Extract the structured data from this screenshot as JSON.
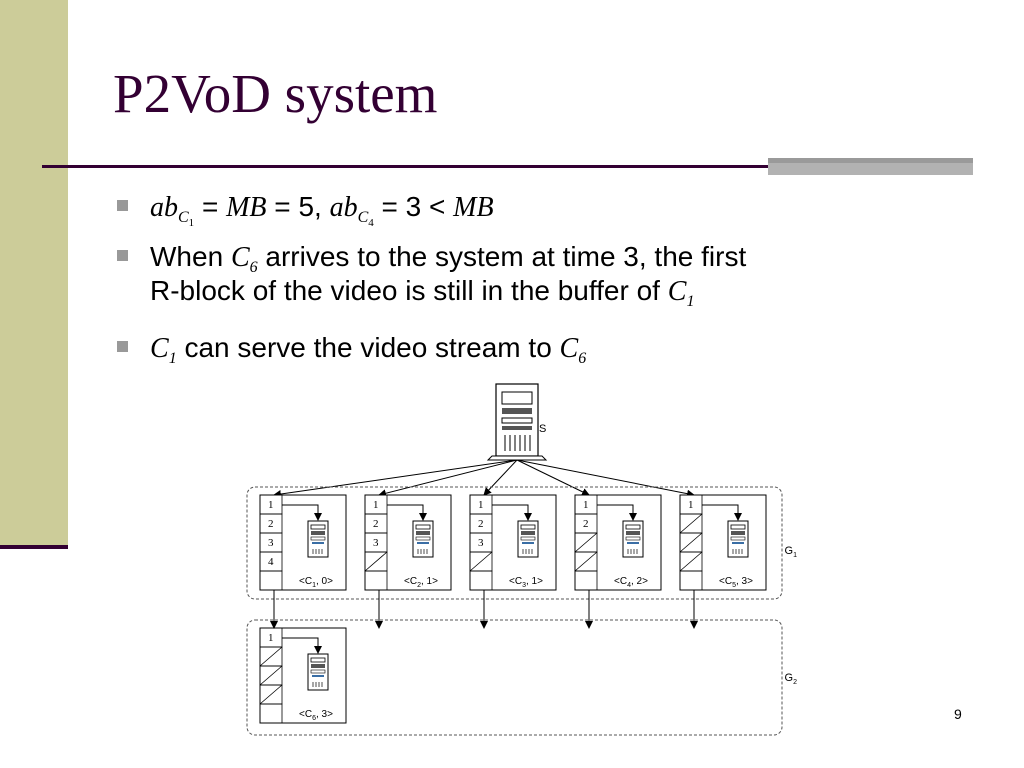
{
  "slide": {
    "title": "P2VoD system",
    "page_number": "9"
  },
  "bullets": {
    "b1": {
      "var1": "ab",
      "var1_sub": "C",
      "var1_subsub": "1",
      "eq1": " = ",
      "mb1": "MB",
      "eq2": " = 5, ",
      "var2": "ab",
      "var2_sub": "C",
      "var2_subsub": "4",
      "eq3": " = 3 < ",
      "mb2": "MB"
    },
    "b2": {
      "text1": "When ",
      "c6": "C",
      "c6_sub": "6",
      "text2": " arrives to the system at time 3, the first",
      "text3": "R-block of the video is still in the buffer of ",
      "c1": "C",
      "c1_sub": "1"
    },
    "b3": {
      "c1": "C",
      "c1_sub": "1",
      "text": " can serve the video stream to ",
      "c6": "C",
      "c6_sub": "6"
    }
  },
  "diagram": {
    "server_label": "S",
    "group1_label": "G",
    "group1_sub": "1",
    "group2_label": "G",
    "group2_sub": "2",
    "clients": [
      {
        "name": "C",
        "sub": "1",
        "val": "0",
        "blocks": [
          "1",
          "2",
          "3",
          "4"
        ]
      },
      {
        "name": "C",
        "sub": "2",
        "val": "1",
        "blocks": [
          "1",
          "2",
          "3"
        ]
      },
      {
        "name": "C",
        "sub": "3",
        "val": "1",
        "blocks": [
          "1",
          "2",
          "3"
        ]
      },
      {
        "name": "C",
        "sub": "4",
        "val": "2",
        "blocks": [
          "1",
          "2"
        ]
      },
      {
        "name": "C",
        "sub": "5",
        "val": "3",
        "blocks": [
          "1"
        ]
      },
      {
        "name": "C",
        "sub": "6",
        "val": "3",
        "blocks": [
          "1"
        ]
      }
    ]
  }
}
